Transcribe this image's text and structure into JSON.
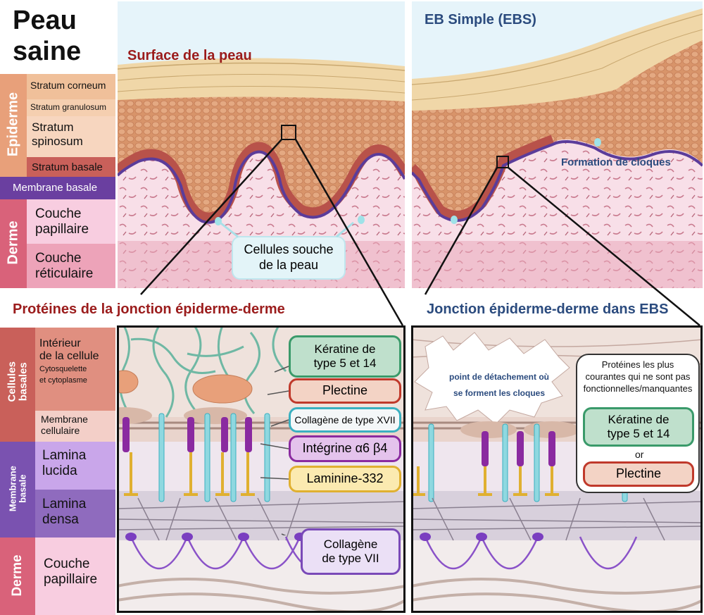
{
  "left_title": {
    "line1": "Peau",
    "line2": "saine"
  },
  "top": {
    "surface_label": "Surface de la peau",
    "ebs_title": "EB Simple (EBS)",
    "stem_cells": {
      "line1": "Cellules souche",
      "line2": "de la peau"
    },
    "blister_label": "Formation de cloques"
  },
  "layers_top": {
    "epiderme": "Epiderme",
    "derme": "Derme",
    "stratum_corneum": "Stratum corneum",
    "stratum_granulosum": "Stratum granulosum",
    "stratum_spinosum_1": "Stratum",
    "stratum_spinosum_2": "spinosum",
    "stratum_basale": "Stratum basale",
    "membrane_basale": "Membrane basale",
    "couche_papillaire_1": "Couche",
    "couche_papillaire_2": "papillaire",
    "couche_reticulaire_1": "Couche",
    "couche_reticulaire_2": "réticulaire"
  },
  "bottom": {
    "left_title": "Protéines de la jonction épiderme-derme",
    "right_title": "Jonction épiderme-derme dans EBS",
    "detachment": {
      "line1": "point de détachement où",
      "line2": "se forment les cloques"
    },
    "info_box": {
      "line1": "Protéines les plus",
      "line2": "courantes qui ne sont pas",
      "line3": "fonctionnelles/manquantes"
    },
    "or_label": "or"
  },
  "layers_bottom": {
    "cellules_basales_1": "Cellules",
    "cellules_basales_2": "basales",
    "membrane_basale_1": "Membrane",
    "membrane_basale_2": "basale",
    "derme": "Derme",
    "interieur_1": "Intérieur",
    "interieur_2": "de la cellule",
    "cytosquelette": "Cytosquelette",
    "cytoplasme": "et cytoplasme",
    "membrane_cellulaire_1": "Membrane",
    "membrane_cellulaire_2": "cellulaire",
    "lamina_lucida_1": "Lamina",
    "lamina_lucida_2": "lucida",
    "lamina_densa_1": "Lamina",
    "lamina_densa_2": "densa",
    "couche_papillaire_1": "Couche",
    "couche_papillaire_2": "papillaire"
  },
  "proteins": {
    "keratine_1": "Kératine de",
    "keratine_2": "type 5 et 14",
    "plectine": "Plectine",
    "collagene_xvii": "Collagène de type XVII",
    "integrine": "Intégrine α6 β4",
    "laminine": "Laminine-332",
    "collagene_vii_1": "Collagène",
    "collagene_vii_2": "de type VII"
  },
  "colors": {
    "title_red": "#9b1c1c",
    "title_blue": "#2b4b7e",
    "epiderme_band": "#e8a07a",
    "derme_band": "#d9627a",
    "membrane_band": "#6a3fa0",
    "keratin_border": "#3a9a6a",
    "keratin_fill": "#bfe0cc",
    "plectin_border": "#c0392b",
    "plectin_fill": "#f3d3c5",
    "collagen17_border": "#3ab0c0",
    "integrin_border": "#8a2aa0",
    "integrin_fill": "#e4c3ec",
    "laminin_border": "#e0b030",
    "laminin_fill": "#fbeab0",
    "collagen7_border": "#7a4ab8",
    "collagen7_fill": "#ebe0f6"
  }
}
